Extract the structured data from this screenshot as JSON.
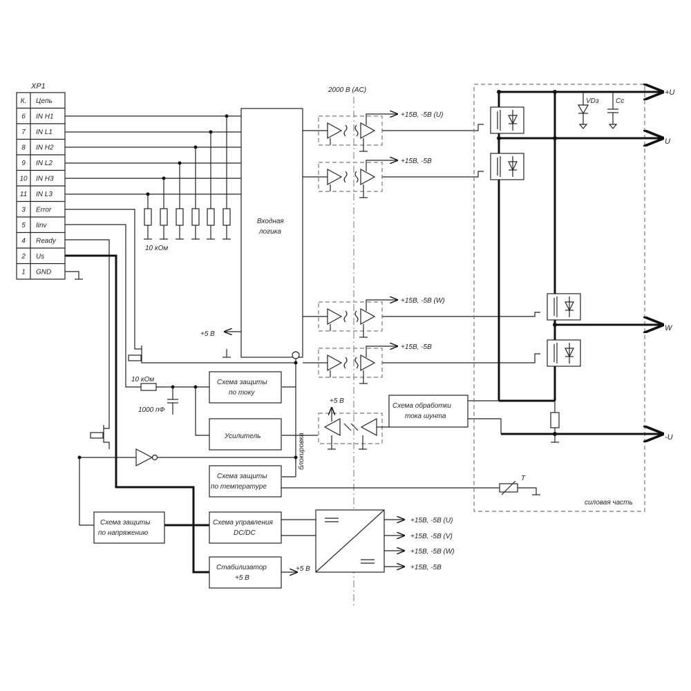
{
  "connector": {
    "title": "XP1",
    "header": [
      "К.",
      "Цепь"
    ],
    "rows": [
      [
        "6",
        "IN H1"
      ],
      [
        "7",
        "IN L1"
      ],
      [
        "8",
        "IN H2"
      ],
      [
        "9",
        "IN L2"
      ],
      [
        "10",
        "IN H3"
      ],
      [
        "11",
        "IN L3"
      ],
      [
        "3",
        "Error"
      ],
      [
        "5",
        "Iinv"
      ],
      [
        "4",
        "Ready"
      ],
      [
        "2",
        "Us"
      ],
      [
        "1",
        "GND"
      ]
    ]
  },
  "labels": {
    "isolation": "2000 В (AC)",
    "resistors": "10 кОм",
    "r_current": "10 кОм",
    "cap": "1000 пФ",
    "plus5_logic": "+5 В",
    "plus5_opto": "+5 В",
    "plus5_stab": "+5 В",
    "blocking": "блокировка",
    "power_part": "силовая часть",
    "vd": "VDз",
    "cc": "Cc",
    "t": "T"
  },
  "blocks": {
    "input_logic_1": "Входная",
    "input_logic_2": "логика",
    "current_prot_1": "Схема защиты",
    "current_prot_2": "по току",
    "amplifier": "Усилитель",
    "temp_prot_1": "Схема защиты",
    "temp_prot_2": "по температуре",
    "dcdc_1": "Схема управления",
    "dcdc_2": "DC/DC",
    "stab_1": "Стабилизатор",
    "stab_2": "+5 В",
    "volt_prot_1": "Схема защиты",
    "volt_prot_2": "по напряжению",
    "shunt_1": "Схема обработки",
    "shunt_2": "тока шунта"
  },
  "driver_supplies": [
    "+15В, -5В (U)",
    "+15В, -5В",
    "+15В, -5В (W)",
    "+15В, -5В"
  ],
  "dcdc_outputs": [
    "+15В, -5В (U)",
    "+15В, -5В (V)",
    "+15В, -5В (W)",
    "+15В, -5В"
  ],
  "outputs": [
    "+U",
    "U",
    "W",
    "-U"
  ]
}
